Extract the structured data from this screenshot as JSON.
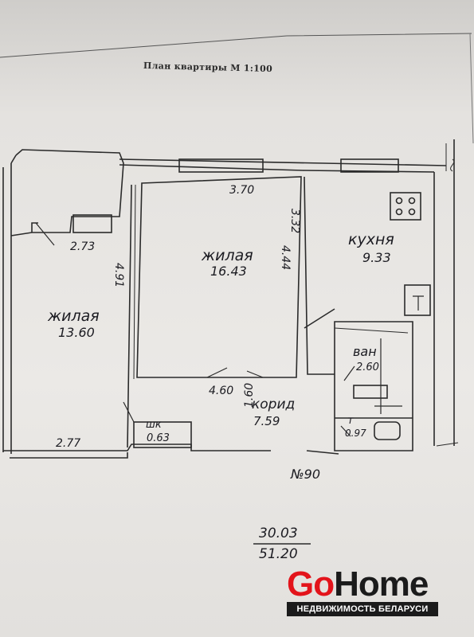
{
  "title": "План квартиры М 1:100",
  "rooms": {
    "living_small": {
      "name": "жилая",
      "area": "13.60"
    },
    "living_large": {
      "name": "жилая",
      "area": "16.43"
    },
    "kitchen": {
      "name": "кухня",
      "area": "9.33"
    },
    "bath": {
      "name": "ван",
      "area": "2.60"
    },
    "toilet": {
      "name": "т",
      "area": "0.97"
    },
    "corridor": {
      "name": "корид",
      "area": "7.59"
    },
    "closet": {
      "name": "шк",
      "area": "0.63"
    }
  },
  "dimensions": {
    "d370": "3.70",
    "d273": "2.73",
    "d332": "3.32",
    "d444": "4.44",
    "d491": "4.91",
    "d460": "4.60",
    "d160": "1.60",
    "d277": "2.77"
  },
  "apartment_number": "№90",
  "totals": {
    "living": "30.03",
    "total": "51.20"
  },
  "logo": {
    "go": "Go",
    "home": "Home",
    "tagline": "НЕДВИЖИМОСТЬ БЕЛАРУСИ"
  },
  "colors": {
    "brand_red": "#e3141b",
    "ink": "#1c1c22",
    "paper": "#ebe9e6"
  }
}
